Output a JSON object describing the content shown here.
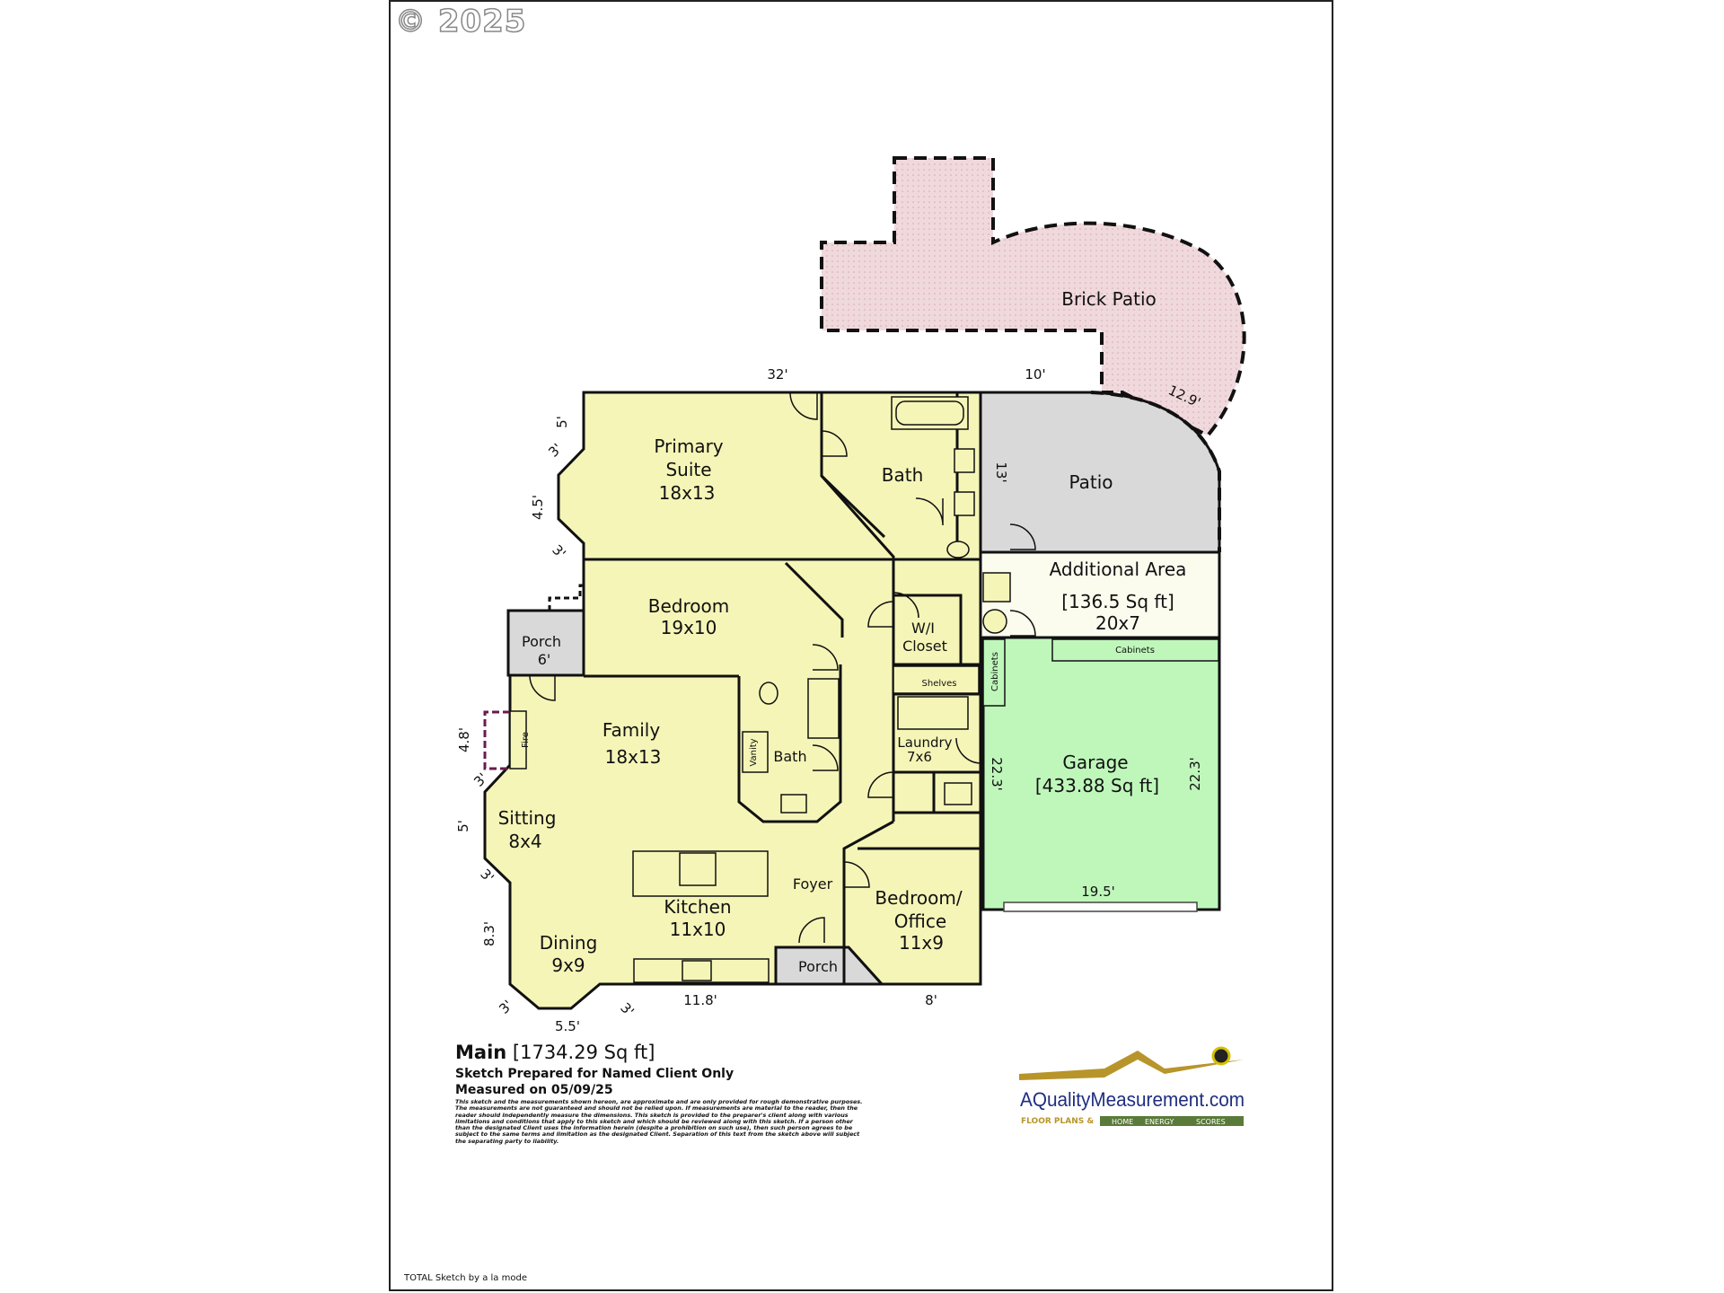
{
  "copyright": "© 2025",
  "rooms": {
    "brick_patio": "Brick Patio",
    "patio": "Patio",
    "primary_suite": [
      "Primary",
      "Suite",
      "18x13"
    ],
    "bath_primary": "Bath",
    "bedroom": [
      "Bedroom",
      "19x10"
    ],
    "wi_closet": [
      "W/I",
      "Closet"
    ],
    "additional_area": [
      "Additional Area",
      "[136.5 Sq ft]",
      "20x7"
    ],
    "porch_side": [
      "Porch",
      "6'"
    ],
    "family": [
      "Family",
      "18x13"
    ],
    "bath_hall": "Bath",
    "vanity": "Vanity",
    "fire": "Fire",
    "shelves": "Shelves",
    "laundry": [
      "Laundry",
      "7x6"
    ],
    "cabinets_top": "Cabinets",
    "cabinets_side": "Cabinets",
    "garage": [
      "Garage",
      "[433.88 Sq ft]"
    ],
    "sitting": [
      "Sitting",
      "8x4"
    ],
    "foyer": "Foyer",
    "kitchen": [
      "Kitchen",
      "11x10"
    ],
    "dining": [
      "Dining",
      "9x9"
    ],
    "bedroom_office": [
      "Bedroom/",
      "Office",
      "11x9"
    ],
    "porch_front": "Porch"
  },
  "dimensions": {
    "d32": "32'",
    "d10": "10'",
    "d12_9": "12.9'",
    "d13": "13'",
    "d5_top": "5'",
    "d3_a": "3'",
    "d4_5": "4.5'",
    "d3_b": "3'",
    "d4_8": "4.8'",
    "d3_c": "3'",
    "d5_mid": "5'",
    "d3_d": "3'",
    "d8_3": "8.3'",
    "d3_e": "3'",
    "d5_5": "5.5'",
    "d3_f": "3'",
    "d11_8": "11.8'",
    "d8": "8'",
    "d22_3_left": "22.3'",
    "d22_3_right": "22.3'",
    "d19_5": "19.5'"
  },
  "footer": {
    "main_label": "Main",
    "main_area": "[1734.29 Sq ft]",
    "prepared": "Sketch Prepared for Named Client Only",
    "measured": "Measured on 05/09/25",
    "disclaimer": "This sketch and the measurements shown hereon, are approximate and are only provided for rough demonstrative purposes. The measurements are not guaranteed and should not be relied upon. If measurements are material to the reader, then the reader should independently measure the dimensions. This sketch is provided to the preparer's client along with various limitations and conditions that apply to this sketch and which should be reviewed along with this sketch. If a person other than the designated Client uses the information herein (despite a prohibition on such use), then such person agrees to be subject to the same terms and limitation as the designated Client. Separation of this text from the sketch above will subject the separating party to liability.",
    "credit": "TOTAL Sketch by a la mode"
  },
  "logo": {
    "brand": "AQualityMeasurement.com",
    "tag_left": "FLOOR PLANS &",
    "tag_words": [
      "HOME",
      "ENERGY",
      "SCORES"
    ]
  },
  "colors": {
    "living": "#f5f5b8",
    "garage": "#bff7bb",
    "patio": "#d9d9d9",
    "brick": "#f0d9dc",
    "additional": "#fbfbee",
    "logo_gold": "#b8952a"
  }
}
